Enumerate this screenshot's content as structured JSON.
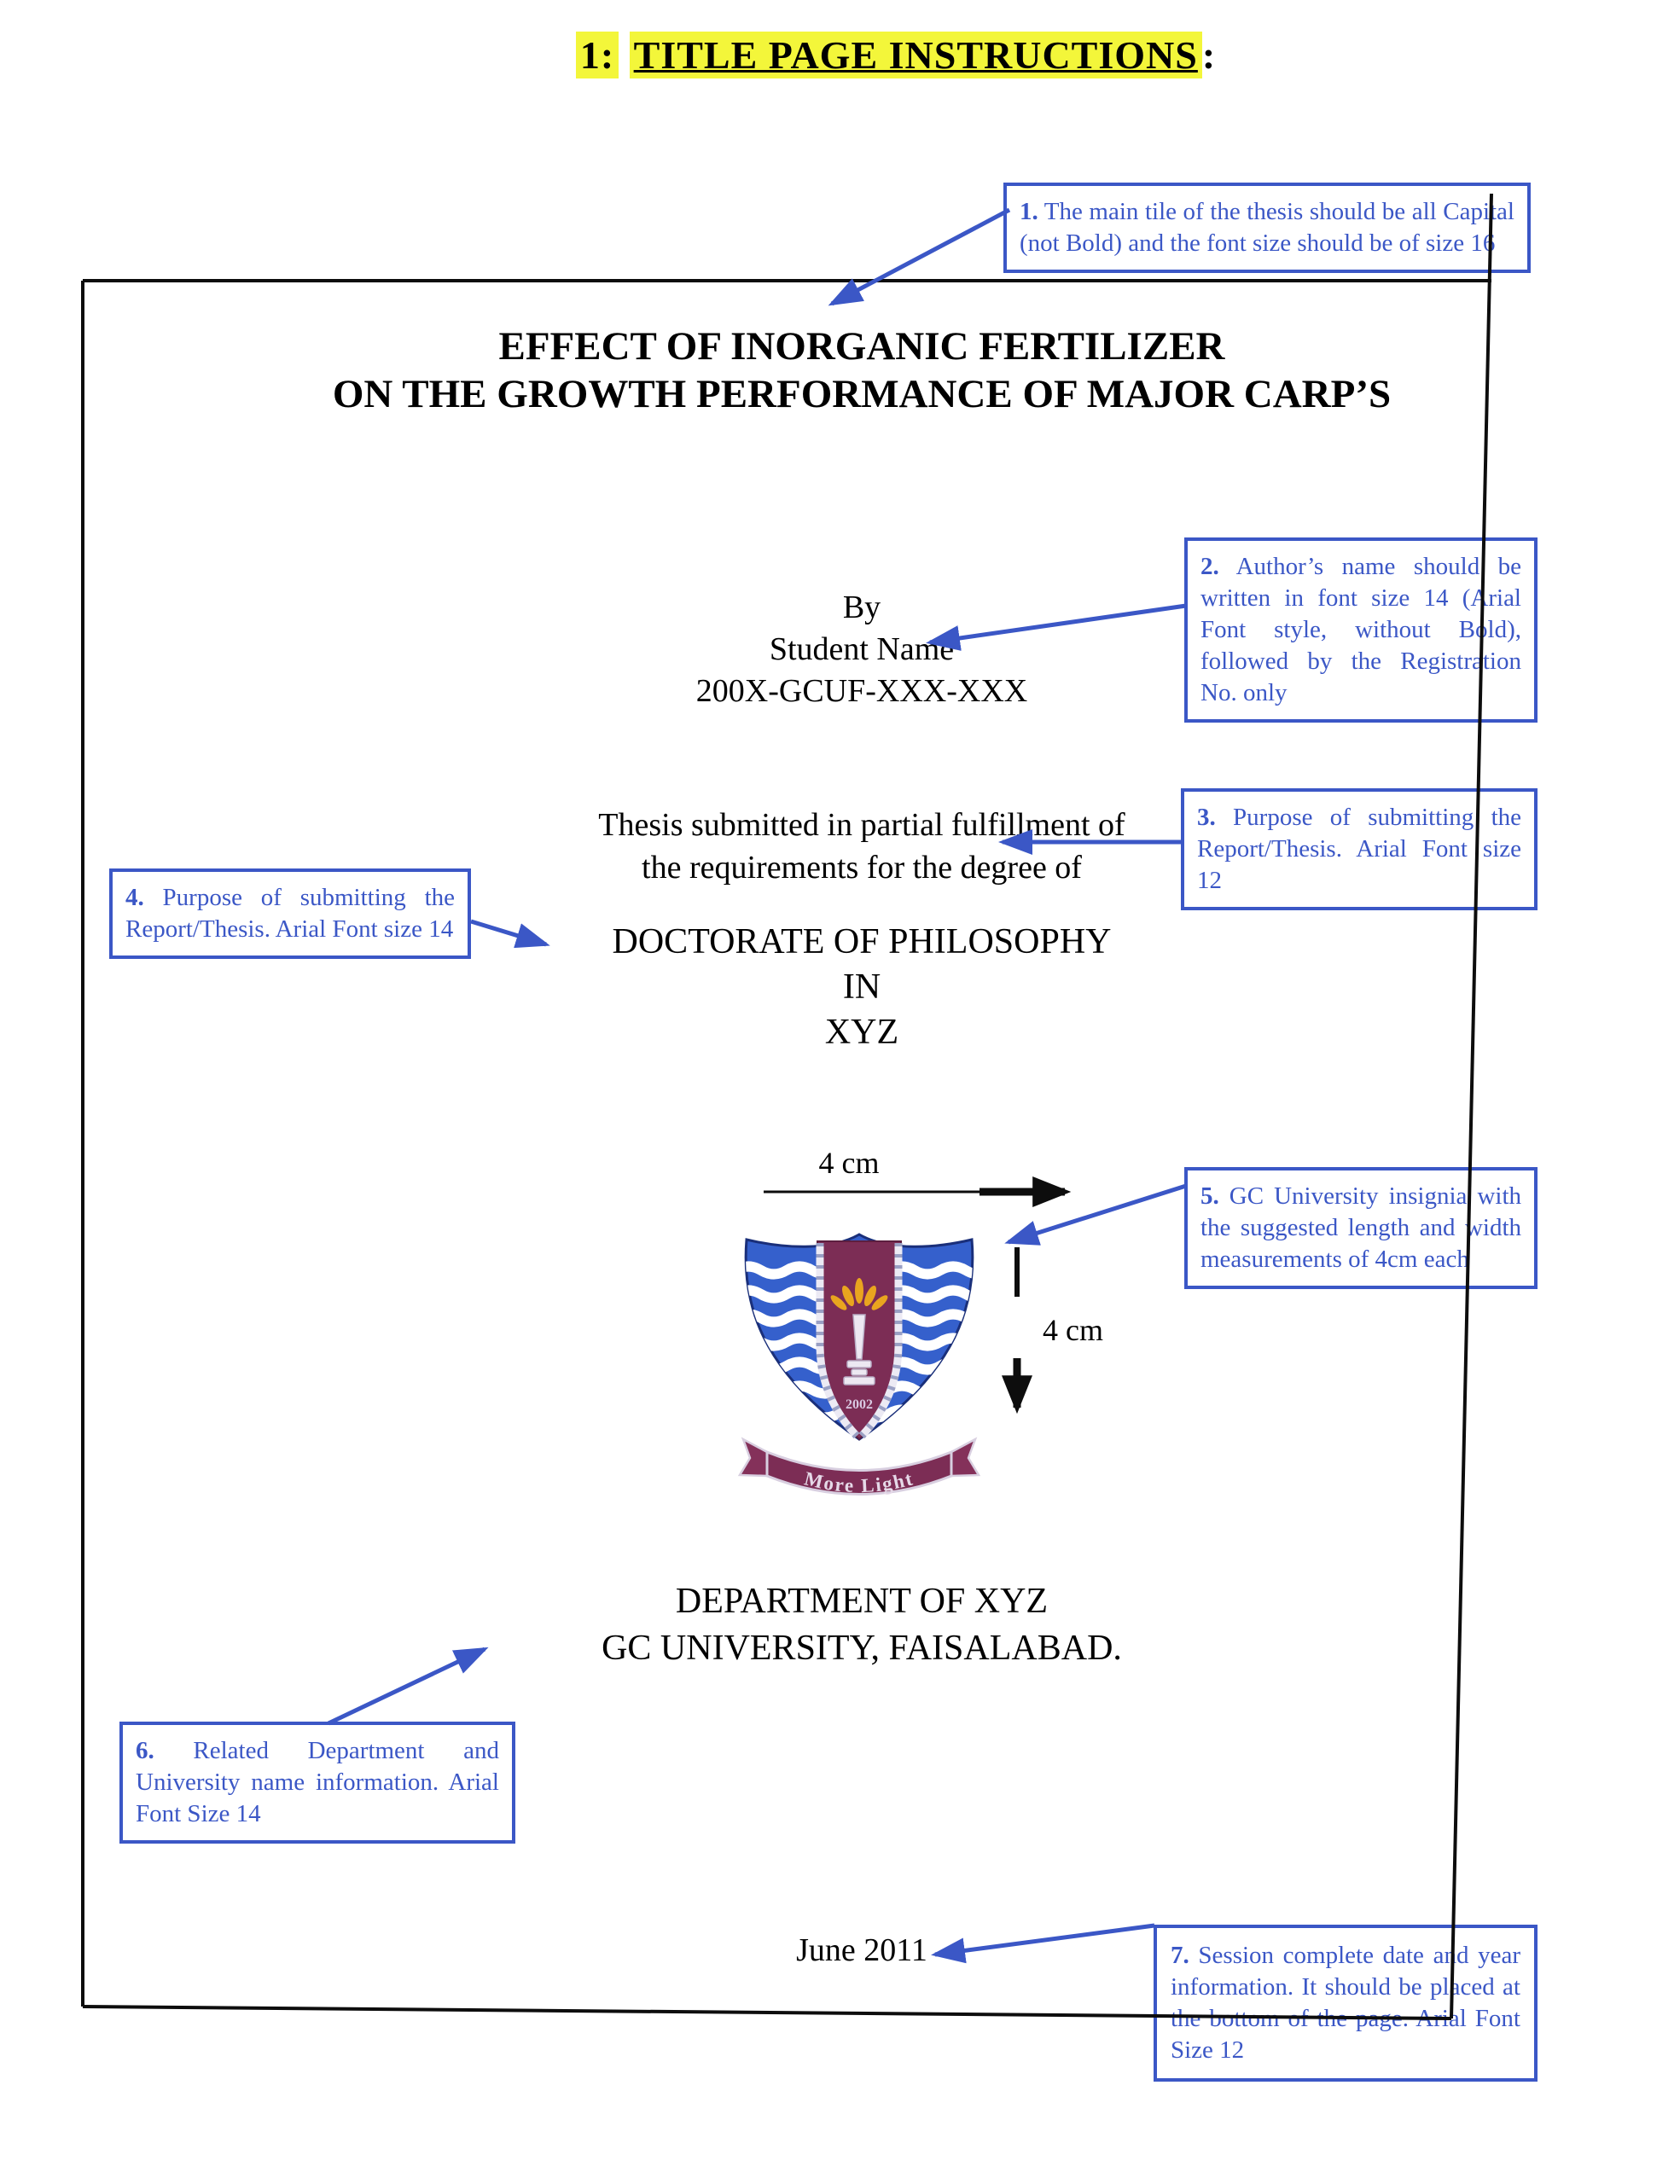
{
  "heading": {
    "prefix": "1:",
    "title": "TITLE PAGE INSTRUCTIONS",
    "colon": ":"
  },
  "titlepage": {
    "title_line1": "EFFECT OF INORGANIC FERTILIZER",
    "title_line2": "ON THE GROWTH PERFORMANCE OF MAJOR CARP’S",
    "by": "By",
    "author": "Student Name",
    "registration": "200X-GCUF-XXX-XXX",
    "submission_line1": "Thesis submitted in partial fulfillment of",
    "submission_line2": "the requirements for the degree of",
    "degree_line1": "DOCTORATE OF PHILOSOPHY",
    "degree_line2": "IN",
    "degree_line3": "XYZ",
    "department_line1": "DEPARTMENT OF XYZ",
    "department_line2": "GC UNIVERSITY, FAISALABAD.",
    "date": "June 2011"
  },
  "insignia": {
    "width_label": "4 cm",
    "height_label": "4 cm",
    "year": "2002",
    "motto": "More Light"
  },
  "callouts": [
    {
      "num": "1.",
      "text": "The main tile of the thesis should be all Capital (not Bold) and the font size should be of size 16"
    },
    {
      "num": "2.",
      "text": "Author’s name should be written in font size 14 (Arial Font style, without Bold), followed by the Registration No. only"
    },
    {
      "num": "3.",
      "text": "Purpose of submitting the Report/Thesis. Arial Font size 12"
    },
    {
      "num": "4.",
      "text": "Purpose of submitting the Report/Thesis. Arial Font size 14"
    },
    {
      "num": "5.",
      "text": "GC University insignia with the suggested length and width measurements of 4cm each"
    },
    {
      "num": "6.",
      "text": "Related Department and University name information. Arial Font Size 14"
    },
    {
      "num": "7.",
      "text": "Session complete date and year information. It should be placed at the bottom of the page. Arial Font Size 12"
    }
  ],
  "colors": {
    "callout_blue": "#3b57c6",
    "highlight_yellow": "#f3f63a",
    "page_border_black": "#0d0d0d",
    "shield_blue": "#3560cc",
    "shield_maroon": "#7c2d55",
    "shield_gold": "#e9a51f"
  }
}
